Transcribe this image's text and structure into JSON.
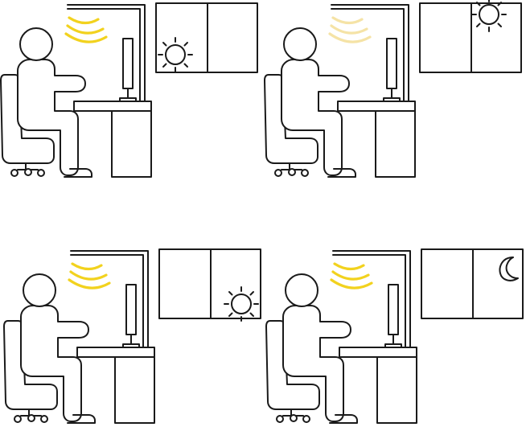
{
  "colors": {
    "line": "#1a1a1a",
    "background": "#ffffff",
    "lamp_light_bright": "#f2d21e",
    "lamp_light_dim": "#f5e3a6"
  },
  "panels": [
    {
      "id": "morning",
      "celestial": "sun-icon",
      "window_pane": "left",
      "sky_level": "low",
      "lamp": "on",
      "lamp_brightness": "bright"
    },
    {
      "id": "midday",
      "celestial": "sun-icon",
      "window_pane": "right",
      "sky_level": "high",
      "lamp": "on",
      "lamp_brightness": "dim"
    },
    {
      "id": "afternoon",
      "celestial": "sun-icon",
      "window_pane": "right",
      "sky_level": "low",
      "lamp": "on",
      "lamp_brightness": "bright"
    },
    {
      "id": "night",
      "celestial": "moon-icon",
      "window_pane": "right",
      "sky_level": "high",
      "lamp": "on",
      "lamp_brightness": "bright"
    }
  ]
}
